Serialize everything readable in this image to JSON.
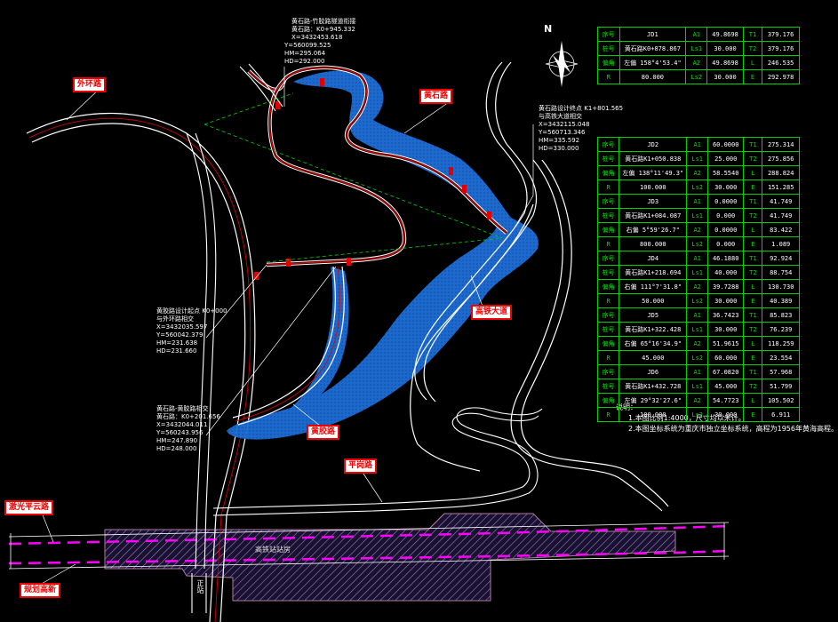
{
  "labels": {
    "waihuan": "外环路",
    "huangshi_top": "黄石路",
    "huangjiao": "黄胶路",
    "pingge": "平岗路",
    "tieda": "高铁大道",
    "jiguang": "激光平云路",
    "gaoxin": "规划高新",
    "station": "高铁站站房",
    "north": "N",
    "bottom_stub": "正站"
  },
  "annotations": {
    "top": [
      "黄石路-竹胶路隧道衔接",
      "黄石路：K0+945.332",
      "X=3432453.618",
      "Y=560099.525",
      "HM=295.064",
      "HD=292.000"
    ],
    "right": [
      "黄石路设计终点 K1+801.565",
      "与高铁大道相交",
      "X=3432115.048",
      "Y=560713.346",
      "HM=335.592",
      "HD=330.000"
    ],
    "left": [
      "黄胶路设计起点 K0+000",
      "与外环路相交",
      "X=3432035.597",
      "Y=560042.379",
      "HM=231.638",
      "HD=231.660"
    ],
    "bottom": [
      "黄石路-黄胶路相交",
      "黄石路：K0+201.656",
      "X=3432044.011",
      "Y=560243.956",
      "HM=247.890",
      "HD=248.000"
    ]
  },
  "notes": {
    "title": "说明：",
    "items": [
      "1.本图比例1:4000，尺寸均以米计。",
      "2.本图坐标系统为重庆市独立坐标系统，高程为1956年黄海高程。"
    ]
  },
  "tables": [
    {
      "rows": [
        [
          "序号",
          "JD1",
          "A1",
          "49.8698",
          "T1",
          "379.176"
        ],
        [
          "桩号",
          "黄石路K0+878.867",
          "Ls1",
          "30.000",
          "T2",
          "379.176"
        ],
        [
          "偏角",
          "左偏 158°4'53.4\"",
          "A2",
          "49.8698",
          "L",
          "246.535"
        ],
        [
          "R",
          "80.000",
          "Ls2",
          "30.000",
          "E",
          "292.978"
        ]
      ]
    },
    {
      "rows": [
        [
          "序号",
          "JD2",
          "A1",
          "60.0000",
          "T1",
          "275.314"
        ],
        [
          "桩号",
          "黄石路K1+050.838",
          "Ls1",
          "25.000",
          "T2",
          "275.856"
        ],
        [
          "偏角",
          "左偏 138°11'49.3\"",
          "A2",
          "58.5540",
          "L",
          "288.824"
        ],
        [
          "R",
          "100.000",
          "Ls2",
          "30.000",
          "E",
          "151.285"
        ],
        [
          "序号",
          "JD3",
          "A1",
          "0.0000",
          "T1",
          "41.749"
        ],
        [
          "桩号",
          "黄石路K1+084.087",
          "Ls1",
          "0.000",
          "T2",
          "41.749"
        ],
        [
          "偏角",
          "右偏 5°59'26.7\"",
          "A2",
          "0.0000",
          "L",
          "83.422"
        ],
        [
          "R",
          "800.000",
          "Ls2",
          "0.000",
          "E",
          "1.089"
        ],
        [
          "序号",
          "JD4",
          "A1",
          "46.1880",
          "T1",
          "92.924"
        ],
        [
          "桩号",
          "黄石路K1+218.694",
          "Ls1",
          "40.000",
          "T2",
          "88.754"
        ],
        [
          "偏角",
          "右偏 111°7'31.8\"",
          "A2",
          "39.7288",
          "L",
          "130.730"
        ],
        [
          "R",
          "50.000",
          "Ls2",
          "30.000",
          "E",
          "40.389"
        ],
        [
          "序号",
          "JD5",
          "A1",
          "36.7423",
          "T1",
          "85.823"
        ],
        [
          "桩号",
          "黄石路K1+322.428",
          "Ls1",
          "30.000",
          "T2",
          "76.239"
        ],
        [
          "偏角",
          "右偏 65°16'34.9\"",
          "A2",
          "51.9615",
          "L",
          "118.259"
        ],
        [
          "R",
          "45.000",
          "Ls2",
          "60.000",
          "E",
          "23.554"
        ],
        [
          "序号",
          "JD6",
          "A1",
          "67.0820",
          "T1",
          "57.968"
        ],
        [
          "桩号",
          "黄石路K1+432.728",
          "Ls1",
          "45.000",
          "T2",
          "51.799"
        ],
        [
          "偏角",
          "左偏 29°32'27.6\"",
          "A2",
          "54.7723",
          "L",
          "105.502"
        ],
        [
          "R",
          "100.000",
          "Ls2",
          "30.000",
          "E",
          "6.911"
        ]
      ]
    }
  ],
  "colors": {
    "background": "#000000",
    "road_line": "#ffffff",
    "route_red": "#e00000",
    "slope_blue": "#1e6fd9",
    "grid_green": "#00d000",
    "rail_magenta": "#ff00ff",
    "station_hatch": "#7a6aa0"
  }
}
